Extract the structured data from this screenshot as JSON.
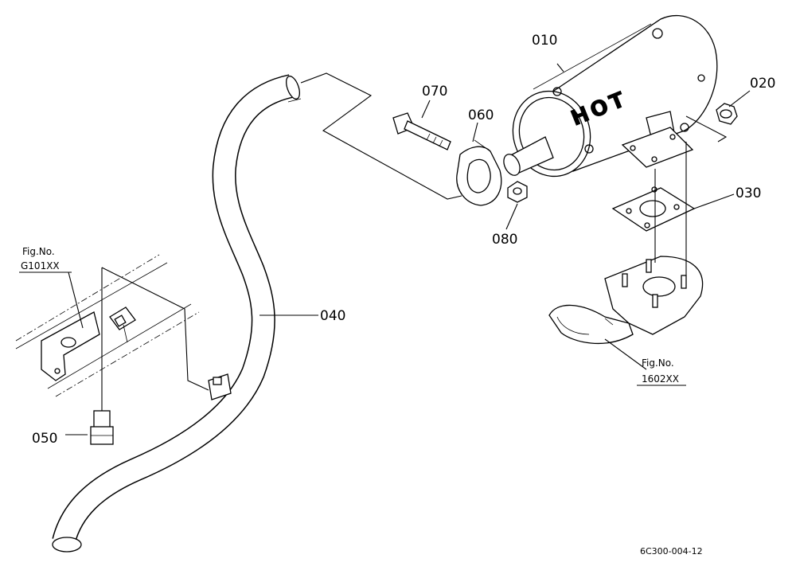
{
  "parts": {
    "p010": "010",
    "p020": "020",
    "p030": "030",
    "p040": "040",
    "p050": "050",
    "p060": "060",
    "p070": "070",
    "p080": "080"
  },
  "muffler_marking": "HOT",
  "figure_refs": {
    "left": {
      "prefix": "Fig.No.",
      "number": "G101XX"
    },
    "right": {
      "prefix": "Fig.No.",
      "number": "1602XX"
    }
  },
  "drawing_code": "6C300-004-12"
}
